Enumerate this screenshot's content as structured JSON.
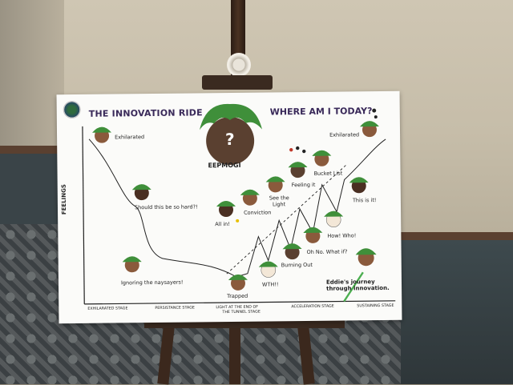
{
  "board": {
    "title_left": "THE INNOVATION RIDE",
    "title_right": "WHERE AM I TODAY?",
    "center_label": "EEPMOGI",
    "center_mark": "?",
    "y_axis": "FEELINGS",
    "journey_line1": "Eddie's journey",
    "journey_line2": "through innovation."
  },
  "labels": {
    "exhilarated_left": "Exhilarated",
    "exhilarated_right": "Exhilarated",
    "should": "Should this be so hard?!",
    "ignoring": "Ignoring the naysayers!",
    "trapped": "Trapped",
    "allin": "All in!",
    "conviction": "Conviction",
    "seelight1": "See the",
    "seelight2": "Light",
    "feeling": "Feeling it",
    "bucket": "Bucket List",
    "thisis": "This is it!",
    "howwho": "How! Who!",
    "ohno": "Oh No. What if?",
    "burning": "Burning Out",
    "wth": "WTH!!"
  },
  "stages": {
    "s1": "EXHILARATED STAGE",
    "s2": "PERSISTANCE STAGE",
    "s3a": "LIGHT AT THE END OF",
    "s3b": "THE TUNNEL STAGE",
    "s4": "ACCELERATION STAGE",
    "s5": "SUSTAINING STAGE"
  },
  "colors": {
    "hair": "#3f8f3a",
    "face": "#8a5a3c",
    "title": "#3a2a5a"
  }
}
